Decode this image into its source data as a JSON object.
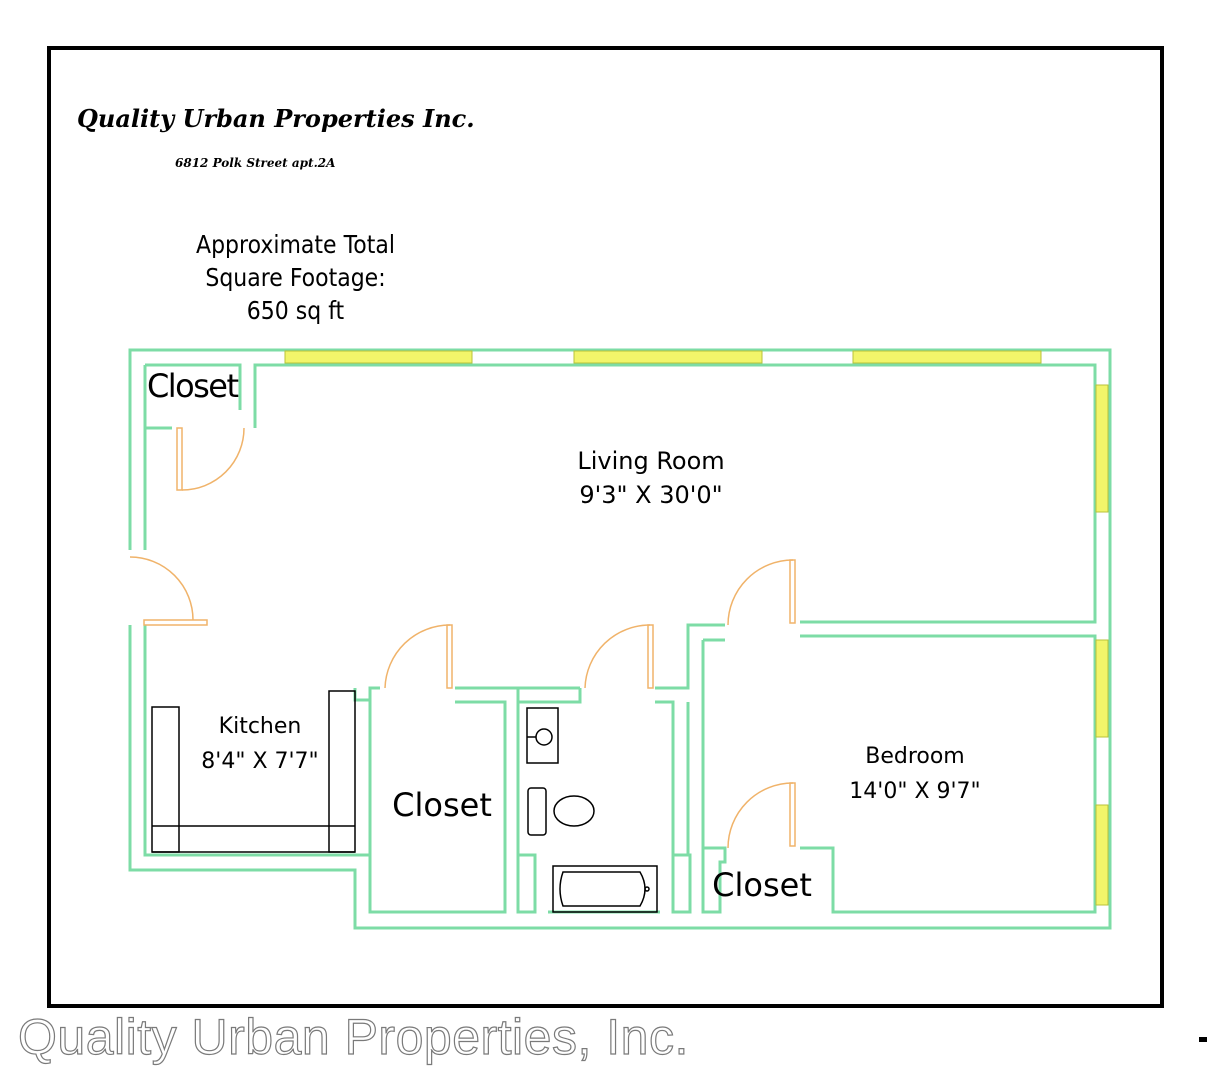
{
  "header": {
    "company": "Quality Urban Properties Inc.",
    "address": "6812 Polk Street apt.2A"
  },
  "square_footage": {
    "line1": "Approximate Total",
    "line2": "Square Footage:",
    "line3": "650 sq ft"
  },
  "rooms": {
    "living_room": {
      "name": "Living Room",
      "size": "9'3\" X 30'0\""
    },
    "kitchen": {
      "name": "Kitchen",
      "size": "8'4\" X 7'7\""
    },
    "bedroom": {
      "name": "Bedroom",
      "size": "14'0\" X 9'7\""
    },
    "closet_top_left": "Closet",
    "closet_hall": "Closet",
    "closet_bedroom": "Closet"
  },
  "colors": {
    "wall": "#7ddca6",
    "window": "#f2f56a",
    "door": "#f0b36a",
    "fixture": "#000000"
  },
  "watermark": "Quality Urban Properties, Inc."
}
